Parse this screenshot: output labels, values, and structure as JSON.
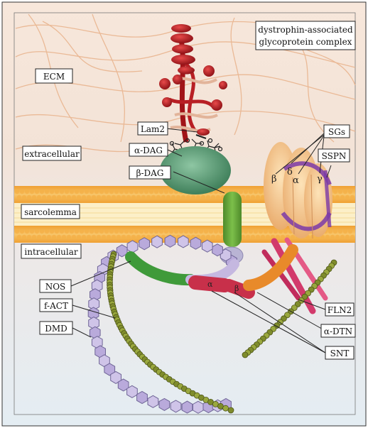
{
  "title": "dystrophin-associated glycoprotein complex",
  "title_lines": [
    "dystrophin-associated",
    "glycoprotein complex"
  ],
  "regions": {
    "ecm": "ECM",
    "extracellular": "extracellular",
    "sarcolemma": "sarcolemma",
    "intracellular": "intracellular"
  },
  "labels": {
    "lam2": "Lam2",
    "alpha_dag": "α-DAG",
    "beta_dag": "β-DAG",
    "sgs": "SGs",
    "sspn": "SSPN",
    "nos": "NOS",
    "f_act": "f-ACT",
    "dmd": "DMD",
    "fln2": "FLN2",
    "alpha_dtn": "α-DTN",
    "snt": "SNT"
  },
  "greek": {
    "sg_delta": "δ",
    "sg_beta": "β",
    "sg_alpha": "α",
    "sg_gamma": "γ",
    "snt_alpha": "α",
    "snt_beta": "β"
  },
  "colors": {
    "ecm": "#f1ddd0",
    "membrane": "#f0a238",
    "intracellular": "#dde8f0",
    "dag": "#5f9e78",
    "laminin": "#b3191e",
    "sarcoglycan": "#f5c98e",
    "sspn": "#7b3aa8",
    "dystrophin": "#c5b8e0",
    "nos": "#3f9a3a",
    "actin": "#8b9a3a",
    "syntrophin": "#c8304a",
    "dystrobrevin": "#e88a2a",
    "filamin": "#d23a6c"
  }
}
